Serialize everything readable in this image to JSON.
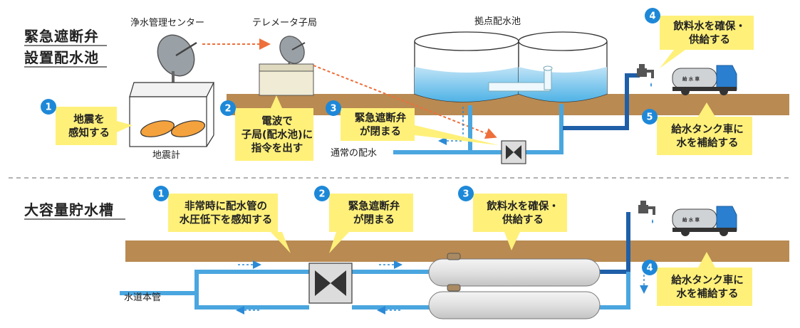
{
  "section1": {
    "title_line1": "緊急遮断弁",
    "title_line2": "設置配水池",
    "labels": {
      "center": "浄水管理センター",
      "telemeter": "テレメータ子局",
      "reservoir": "拠点配水池",
      "seismometer": "地震計",
      "normal_flow": "通常の配水"
    },
    "callouts": [
      {
        "num": "1",
        "lines": [
          "地震を",
          "感知する"
        ]
      },
      {
        "num": "2",
        "lines": [
          "電波で",
          "子局(配水池)に",
          "指令を出す"
        ]
      },
      {
        "num": "3",
        "lines": [
          "緊急遮断弁",
          "が閉まる"
        ]
      },
      {
        "num": "4",
        "lines": [
          "飲料水を確保・",
          "供給する"
        ]
      },
      {
        "num": "5",
        "lines": [
          "給水タンク車に",
          "水を補給する"
        ]
      }
    ]
  },
  "section2": {
    "title": "大容量貯水槽",
    "labels": {
      "main_pipe": "水道本管"
    },
    "callouts": [
      {
        "num": "1",
        "lines": [
          "非常時に配水管の",
          "水圧低下を感知する"
        ]
      },
      {
        "num": "2",
        "lines": [
          "緊急遮断弁",
          "が閉まる"
        ]
      },
      {
        "num": "3",
        "lines": [
          "飲料水を確保・",
          "供給する"
        ]
      },
      {
        "num": "4",
        "lines": [
          "給水タンク車に",
          "水を補給する"
        ]
      }
    ]
  },
  "truck_label": "給 水 車",
  "colors": {
    "ground": "#b98a52",
    "pipe": "#4aa6df",
    "pipe_dark": "#1f5fa8",
    "callout": "#fff07a",
    "badge": "#1e88d8",
    "arrow_red": "#ee6f3a",
    "truck": "#2a7fd0"
  }
}
